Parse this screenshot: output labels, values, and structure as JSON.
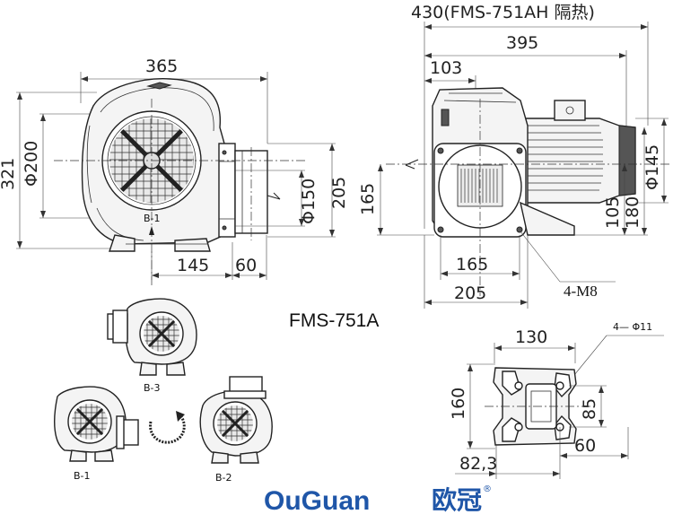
{
  "model": "FMS-751A",
  "brand": {
    "name_latin": "OuGuan",
    "name_cn": "欧冠",
    "registered_mark": "®",
    "color": "#1f56a8"
  },
  "front_view": {
    "dims": {
      "overall_width": "365",
      "height": "321",
      "inlet_diameter": "Φ200",
      "outlet_diameter": "Φ150",
      "outlet_height": "205",
      "center_to_flange": "145",
      "outlet_length": "60"
    },
    "rotation_mark": "B-1"
  },
  "side_view": {
    "dims": {
      "overall_length_insulated": "430(FMS-751AH 隔热)",
      "overall_length": "395",
      "inlet_offset": "103",
      "motor_diameter": "Φ145",
      "center_height": "165",
      "center_to_base": "105",
      "base_height": "180",
      "mount_spacing": "165",
      "base_width": "205",
      "bolt_note": "4-M8"
    }
  },
  "base_view": {
    "dims": {
      "width": "130",
      "depth": "160",
      "slot_spacing": "85",
      "offset_a": "82,3",
      "offset_b": "60",
      "hole_note": "4— Φ11"
    }
  },
  "orientations": [
    "B-3",
    "B-1",
    "B-2"
  ]
}
